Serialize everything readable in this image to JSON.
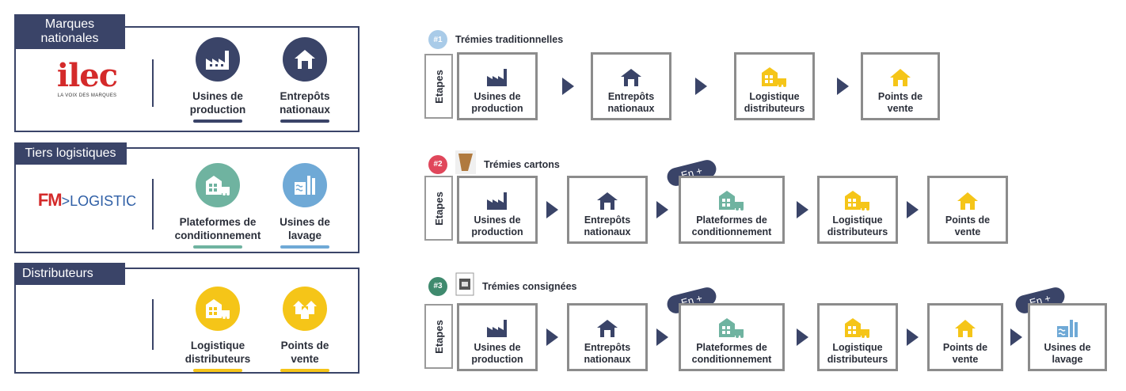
{
  "panels": {
    "marques": {
      "tab": "Marques\nnationales",
      "logo_text": "ilec",
      "logo_sub": "LA VOIX DES MARQUES",
      "items": [
        {
          "label": "Usines de\nproduction",
          "icon": "factory-icon"
        },
        {
          "label": "Entrepôts\nnationaux",
          "icon": "warehouse-icon"
        }
      ]
    },
    "tiers": {
      "tab": "Tiers logistiques",
      "logo_fm": "FM",
      "logo_logistic": ">LOGISTIC",
      "items": [
        {
          "label": "Plateformes de\nconditionnement",
          "icon": "platform-icon"
        },
        {
          "label": "Usines de\nlavage",
          "icon": "washing-plant-icon"
        }
      ]
    },
    "distributeurs": {
      "tab": "Distributeurs",
      "items": [
        {
          "label": "Logistique\ndistributeurs",
          "icon": "distribution-logistics-icon"
        },
        {
          "label": "Points de\nvente",
          "icon": "points-of-sale-icon"
        }
      ]
    }
  },
  "flows": {
    "etapes_label": "Etapes",
    "en_plus": "En +",
    "f1": {
      "num": "#1",
      "title": "Trémies traditionnelles",
      "steps": [
        "Usines de\nproduction",
        "Entrepôts\nnationaux",
        "Logistique\ndistributeurs",
        "Points de\nvente"
      ]
    },
    "f2": {
      "num": "#2",
      "title": "Trémies cartons",
      "steps": [
        "Usines de\nproduction",
        "Entrepôts\nnationaux",
        "Plateformes de\nconditionnement",
        "Logistique\ndistributeurs",
        "Points de\nvente"
      ]
    },
    "f3": {
      "num": "#3",
      "title": "Trémies consignées",
      "steps": [
        "Usines de\nproduction",
        "Entrepôts\nnationaux",
        "Plateformes de\nconditionnement",
        "Logistique\ndistributeurs",
        "Points de\nvente",
        "Usines de\nlavage"
      ]
    }
  },
  "colors": {
    "navy": "#3a4468",
    "teal": "#6fb3a0",
    "lightblue": "#6fa9d6",
    "yellow": "#f5c518",
    "gray": "#8c8c8c",
    "num1": "#a9cbe8",
    "num2": "#e0475b",
    "num3": "#3f8a6e"
  }
}
